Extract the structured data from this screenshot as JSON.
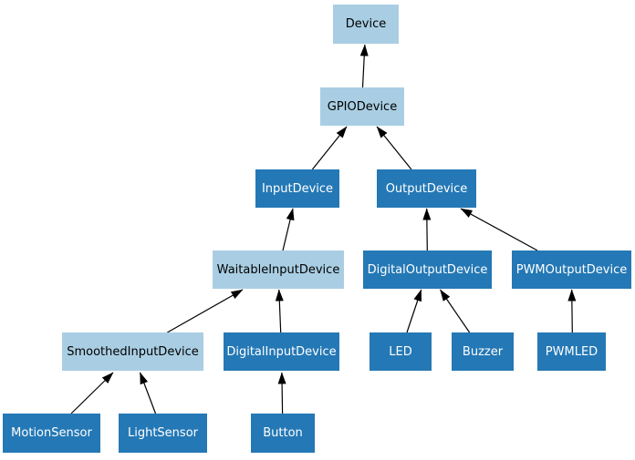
{
  "diagram": {
    "type": "class-inheritance-tree",
    "nodes": {
      "device": {
        "label": "Device",
        "variant": "light"
      },
      "gpiodevice": {
        "label": "GPIODevice",
        "variant": "light"
      },
      "inputdevice": {
        "label": "InputDevice",
        "variant": "dark"
      },
      "outputdevice": {
        "label": "OutputDevice",
        "variant": "dark"
      },
      "waitableinputdevice": {
        "label": "WaitableInputDevice",
        "variant": "light"
      },
      "digitaloutputdevice": {
        "label": "DigitalOutputDevice",
        "variant": "dark"
      },
      "pwmoutputdevice": {
        "label": "PWMOutputDevice",
        "variant": "dark"
      },
      "smoothedinputdevice": {
        "label": "SmoothedInputDevice",
        "variant": "light"
      },
      "digitalinputdevice": {
        "label": "DigitalInputDevice",
        "variant": "dark"
      },
      "led": {
        "label": "LED",
        "variant": "dark"
      },
      "buzzer": {
        "label": "Buzzer",
        "variant": "dark"
      },
      "pwmled": {
        "label": "PWMLED",
        "variant": "dark"
      },
      "motionsensor": {
        "label": "MotionSensor",
        "variant": "dark"
      },
      "lightsensor": {
        "label": "LightSensor",
        "variant": "dark"
      },
      "button": {
        "label": "Button",
        "variant": "dark"
      }
    },
    "edges": [
      {
        "child": "GPIODevice",
        "parent": "Device"
      },
      {
        "child": "InputDevice",
        "parent": "GPIODevice"
      },
      {
        "child": "OutputDevice",
        "parent": "GPIODevice"
      },
      {
        "child": "WaitableInputDevice",
        "parent": "InputDevice"
      },
      {
        "child": "DigitalOutputDevice",
        "parent": "OutputDevice"
      },
      {
        "child": "PWMOutputDevice",
        "parent": "OutputDevice"
      },
      {
        "child": "SmoothedInputDevice",
        "parent": "WaitableInputDevice"
      },
      {
        "child": "DigitalInputDevice",
        "parent": "WaitableInputDevice"
      },
      {
        "child": "LED",
        "parent": "DigitalOutputDevice"
      },
      {
        "child": "Buzzer",
        "parent": "DigitalOutputDevice"
      },
      {
        "child": "PWMLED",
        "parent": "PWMOutputDevice"
      },
      {
        "child": "MotionSensor",
        "parent": "SmoothedInputDevice"
      },
      {
        "child": "LightSensor",
        "parent": "SmoothedInputDevice"
      },
      {
        "child": "Button",
        "parent": "DigitalInputDevice"
      }
    ]
  },
  "colors": {
    "node_light": "#a9cee3",
    "node_dark": "#2478b5",
    "text_on_light": "#000000",
    "text_on_dark": "#ffffff",
    "edge": "#000000",
    "background": "#ffffff"
  }
}
